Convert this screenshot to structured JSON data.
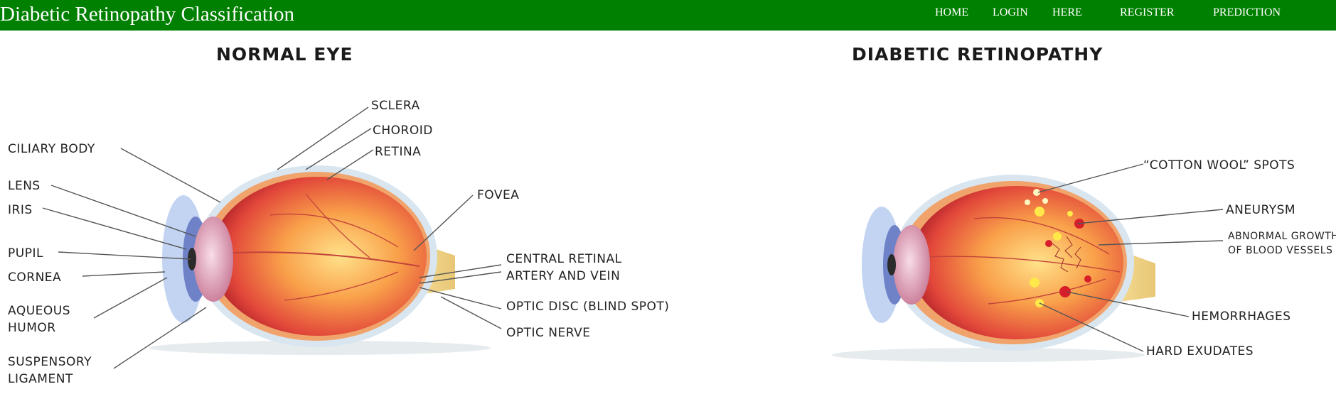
{
  "header": {
    "title": "Diabetic Retinopathy Classification",
    "nav": [
      "HOME",
      "LOGIN",
      "HERE",
      "REGISTER",
      "PREDICTION"
    ]
  },
  "figure": {
    "normal": {
      "heading": "NORMAL EYE",
      "labels": [
        "SCLERA",
        "CHOROID",
        "RETINA",
        "CILIARY BODY",
        "LENS",
        "IRIS",
        "FOVEA",
        "PUPIL",
        "CORNEA",
        "CENTRAL RETINAL",
        "ARTERY AND VEIN",
        "OPTIC DISC (BLIND SPOT)",
        "AQUEOUS",
        "HUMOR",
        "OPTIC NERVE",
        "SUSPENSORY",
        "LIGAMENT"
      ]
    },
    "diabetic": {
      "heading": "DIABETIC RETINOPATHY",
      "labels": [
        "“COTTON WOOL” SPOTS",
        "ANEURYSM",
        "ABNORMAL GROWTH",
        "OF BLOOD VESSELS",
        "HEMORRHAGES",
        "HARD EXUDATES"
      ]
    }
  },
  "colors": {
    "navbar": "#008000",
    "navText": "#ffffff"
  }
}
